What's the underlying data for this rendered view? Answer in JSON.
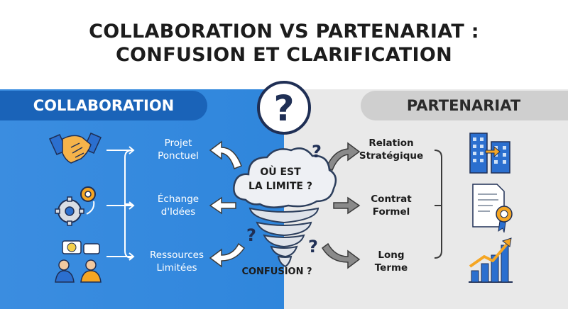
{
  "title": {
    "line1": "COLLABORATION VS PARTENARIAT :",
    "line2": "CONFUSION ET CLARIFICATION"
  },
  "left": {
    "header": "COLLABORATION",
    "items": [
      {
        "label": "Projet\nPonctuel",
        "icon": "handshake-icon"
      },
      {
        "label": "Échange\nd'Idées",
        "icon": "gears-icon"
      },
      {
        "label": "Ressources\nLimitées",
        "icon": "people-idea-icon"
      }
    ]
  },
  "right": {
    "header": "PARTENARIAT",
    "items": [
      {
        "label": "Relation\nStratégique",
        "icon": "buildings-icon"
      },
      {
        "label": "Contrat\nFormel",
        "icon": "certificate-icon"
      },
      {
        "label": "Long\nTerme",
        "icon": "growth-chart-icon"
      }
    ]
  },
  "center": {
    "question": "?",
    "cloud_text": "OÙ EST\nLA LIMITE ?",
    "caption": "CONFUSION ?",
    "small_marks": [
      "?",
      "?",
      "?"
    ]
  },
  "colors": {
    "blue": "#2a7fd9",
    "blue_dark": "#1a63b8",
    "grey_bg": "#e6e6e6",
    "navy": "#1f2f55",
    "orange": "#f5a623"
  }
}
